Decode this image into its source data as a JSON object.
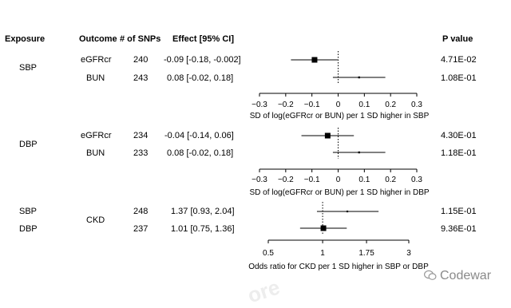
{
  "header": {
    "exposure": "Exposure",
    "outcome": "Outcome",
    "snps": "# of SNPs",
    "effect": "Effect [95% CI]",
    "pvalue": "P value"
  },
  "rows": [
    {
      "exposure": "SBP",
      "outcome": "eGFRcr",
      "snps": "240",
      "effect_text": "-0.09 [-0.18, -0.002]",
      "p": "4.71E-02"
    },
    {
      "exposure": "SBP",
      "outcome": "BUN",
      "snps": "243",
      "effect_text": "0.08 [-0.02, 0.18]",
      "p": "1.08E-01"
    },
    {
      "exposure": "DBP",
      "outcome": "eGFRcr",
      "snps": "234",
      "effect_text": "-0.04 [-0.14, 0.06]",
      "p": "4.30E-01"
    },
    {
      "exposure": "DBP",
      "outcome": "BUN",
      "snps": "233",
      "effect_text": "0.08 [-0.02, 0.18]",
      "p": "1.18E-01"
    },
    {
      "exposure": "SBP",
      "outcome": "CKD",
      "snps": "248",
      "effect_text": "1.37 [0.93, 2.04]",
      "p": "1.15E-01"
    },
    {
      "exposure": "DBP",
      "outcome": "CKD",
      "snps": "237",
      "effect_text": "1.01 [0.75, 1.36]",
      "p": "9.36E-01"
    }
  ],
  "chart_data": [
    {
      "type": "scatter",
      "xlabel": "SD of log(eGFRcr or BUN) per 1 SD higher in SBP",
      "xlim": [
        -0.3,
        0.3
      ],
      "xticks": [
        "−0.3",
        "−0.2",
        "−0.1",
        "0",
        "0.1",
        "0.2",
        "0.3"
      ],
      "reference": 0,
      "points": [
        {
          "est": -0.09,
          "lo": -0.18,
          "hi": -0.002
        },
        {
          "est": 0.08,
          "lo": -0.02,
          "hi": 0.18
        }
      ]
    },
    {
      "type": "scatter",
      "xlabel": "SD of log(eGFRcr or BUN) per 1 SD higher in DBP",
      "xlim": [
        -0.3,
        0.3
      ],
      "xticks": [
        "−0.3",
        "−0.2",
        "−0.1",
        "0",
        "0.1",
        "0.2",
        "0.3"
      ],
      "reference": 0,
      "points": [
        {
          "est": -0.04,
          "lo": -0.14,
          "hi": 0.06
        },
        {
          "est": 0.08,
          "lo": -0.02,
          "hi": 0.18
        }
      ]
    },
    {
      "type": "scatter",
      "xlabel": "Odds ratio for CKD per 1 SD higher in SBP or DBP",
      "xlim": [
        0.5,
        3
      ],
      "xscale": "log",
      "xticks": [
        "0.5",
        "1",
        "1.75",
        "3"
      ],
      "reference": 1,
      "points": [
        {
          "est": 1.37,
          "lo": 0.93,
          "hi": 2.04
        },
        {
          "est": 1.01,
          "lo": 0.75,
          "hi": 1.36
        }
      ]
    }
  ],
  "watermark": {
    "brand": "Codewar",
    "brand_icon": "wechat-icon",
    "faint": "ore"
  },
  "colors": {
    "ink": "#000000",
    "faint": "#ededed"
  }
}
